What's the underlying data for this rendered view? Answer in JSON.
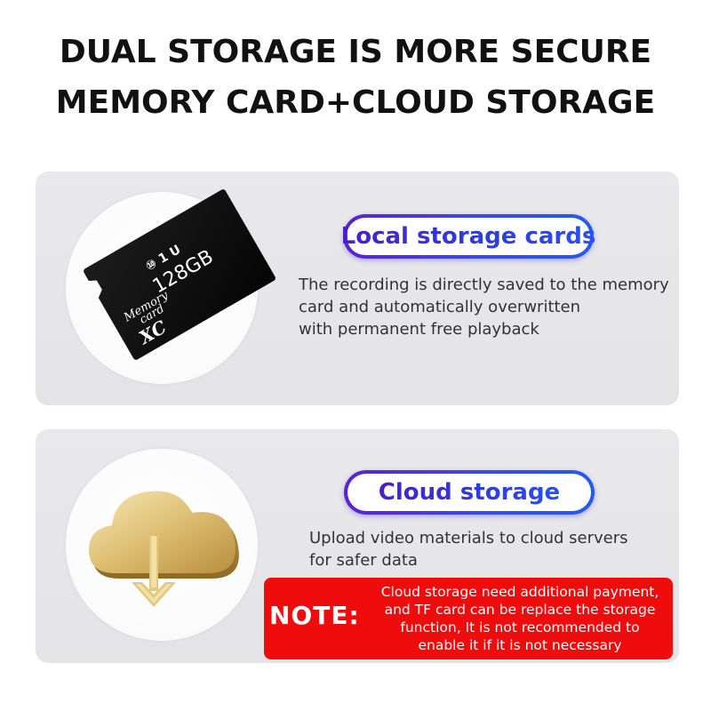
{
  "header": {
    "line1": "DUAL STORAGE IS MORE SECURE",
    "line2": "MEMORY CARD+CLOUD STORAGE"
  },
  "local": {
    "title": "Local storage cards",
    "description": [
      "The recording is directly saved to the memory",
      "card and automatically overwritten",
      "with permanent free playback"
    ],
    "card": {
      "brand_line1": "Memory",
      "brand_line2": "card",
      "capacity": "128GB",
      "type": "XC",
      "speed_marks": "⑩ 1 U",
      "icon": "memory-card-icon"
    }
  },
  "cloud": {
    "title": "Cloud storage",
    "description": [
      "Upload video materials to cloud servers",
      "for safer data"
    ],
    "icon": "cloud-download-icon",
    "note": {
      "label": "NOTE:",
      "lines": [
        "Cloud storage need additional payment,",
        "and TF card can be replace the storage",
        "function, It is not recommended to",
        "enable it if it is not necessary"
      ]
    }
  },
  "colors": {
    "pill_gradient_start": "#5b21d6",
    "pill_gradient_end": "#2459f2",
    "note_background": "#ee0c0c",
    "panel_background": "#e7e7e9",
    "cloud_gold": "#e3c87e"
  }
}
